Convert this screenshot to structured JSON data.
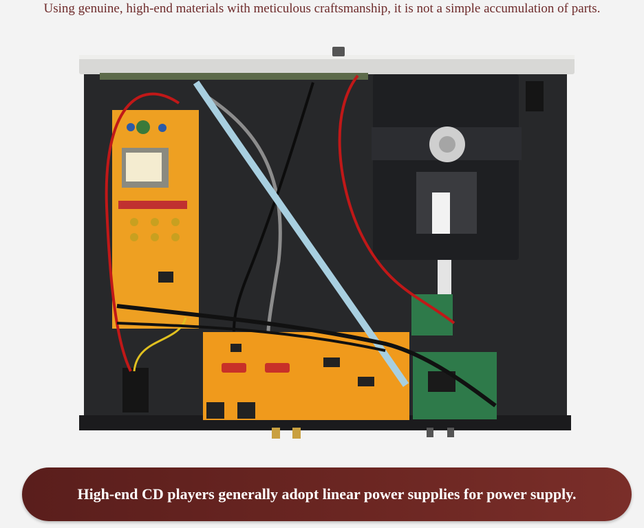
{
  "header": {
    "caption": "Using genuine, high-end materials with meticulous craftsmanship, it is not a simple accumulation of parts."
  },
  "photo": {
    "subject": "cd-player-interior",
    "colors": {
      "chassis": "#2a2a2c",
      "faceplate": "#d8d8d6",
      "pcb": "#f0a020",
      "drive": "#1e1f22",
      "wire_red": "#c01818"
    }
  },
  "banner": {
    "caption": "High-end CD players generally adopt linear power supplies for power supply.",
    "color": "#6b2622"
  }
}
